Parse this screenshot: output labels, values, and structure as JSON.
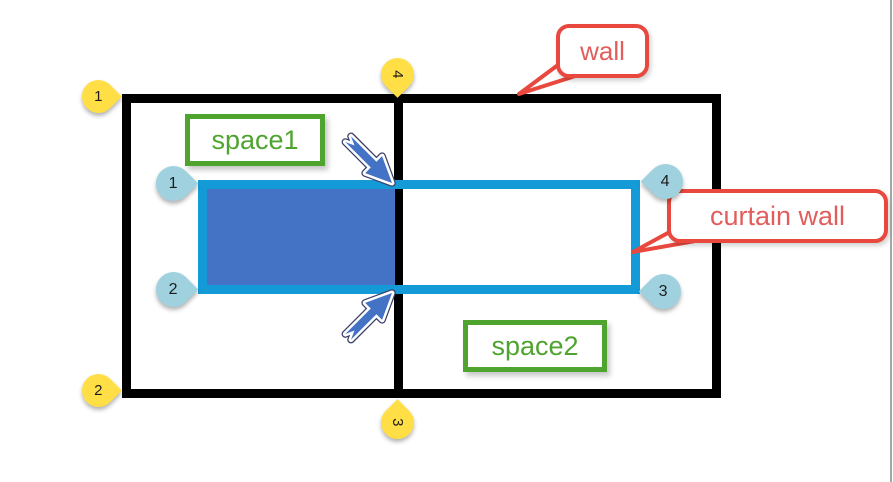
{
  "colors": {
    "wall": "#000000",
    "curtain_wall": "#149bd7",
    "space1_fill": "#4472c4",
    "yellow_marker": "#ffdf45",
    "blue_marker": "#9fd1df",
    "green_label": "#4fa32f",
    "callout_border": "#e8483e",
    "callout_text": "#e25d5d",
    "arrow_blue": "#4472c4"
  },
  "callouts": {
    "wall": {
      "label": "wall"
    },
    "curtain_wall": {
      "label": "curtain wall"
    }
  },
  "spaces": {
    "space1": {
      "label": "space1"
    },
    "space2": {
      "label": "space2"
    }
  },
  "wall_markers": [
    {
      "label": "1",
      "position": "top-left-corner"
    },
    {
      "label": "2",
      "position": "bottom-left-corner"
    },
    {
      "label": "3",
      "position": "bottom-middle"
    },
    {
      "label": "4",
      "position": "top-middle"
    }
  ],
  "curtain_markers": [
    {
      "label": "1",
      "position": "top-left-corner"
    },
    {
      "label": "2",
      "position": "bottom-left-corner"
    },
    {
      "label": "3",
      "position": "bottom-right-corner"
    },
    {
      "label": "4",
      "position": "top-right-corner"
    }
  ]
}
